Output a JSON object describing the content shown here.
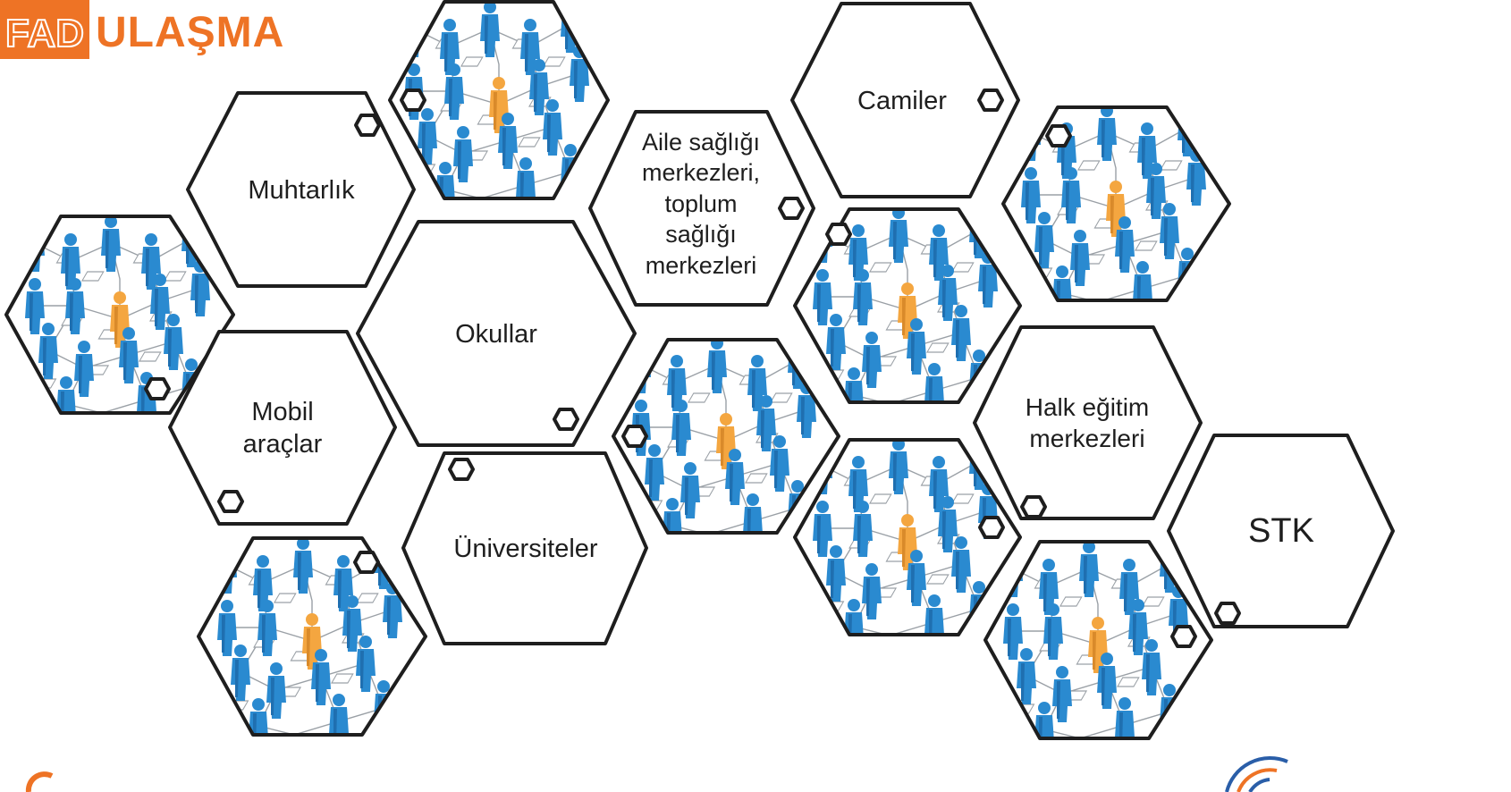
{
  "header": {
    "title": "ULAŞMA",
    "logo_text": "FAD"
  },
  "colors": {
    "accent": "#ee7325",
    "figure_blue": "#2a8ad0",
    "figure_orange": "#f4a640",
    "hex_stroke": "#1e1e1e"
  },
  "hexagons": [
    {
      "name": "hex-muhtarlik",
      "lines": [
        "Muhtarlık"
      ]
    },
    {
      "name": "hex-okullar",
      "lines": [
        "Okullar"
      ]
    },
    {
      "name": "hex-mobil-araclar",
      "lines": [
        "Mobil",
        "araçlar"
      ]
    },
    {
      "name": "hex-universiteler",
      "lines": [
        "Üniversiteler"
      ]
    },
    {
      "name": "hex-aile-sagligi",
      "lines": [
        "Aile sağlığı",
        "merkezleri,",
        "toplum",
        "sağlığı",
        "merkezleri"
      ]
    },
    {
      "name": "hex-camiler",
      "lines": [
        "Camiler"
      ]
    },
    {
      "name": "hex-halk-egitim",
      "lines": [
        "Halk eğitim",
        "merkezleri"
      ]
    },
    {
      "name": "hex-stk",
      "lines": [
        "STK"
      ]
    }
  ],
  "image_hex_icon": "people-network-icon"
}
